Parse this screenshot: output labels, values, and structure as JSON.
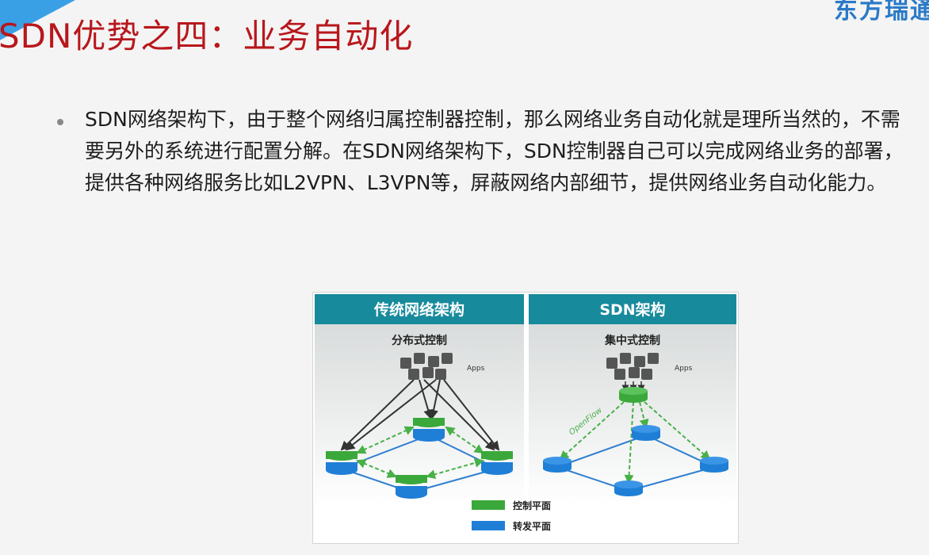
{
  "header": {
    "logo_text": "东方瑞通",
    "title": "SDN优势之四：业务自动化"
  },
  "body": {
    "bullet": "SDN网络架构下，由于整个网络归属控制器控制，那么网络业务自动化就是理所当然的，不需要另外的系统进行配置分解。在SDN网络架构下，SDN控制器自己可以完成网络业务的部署，提供各种网络服务比如L2VPN、L3VPN等，屏蔽网络内部细节，提供网络业务自动化能力。"
  },
  "figure": {
    "left_panel": {
      "header": "传统网络架构",
      "subtitle": "分布式控制",
      "apps_label": "Apps"
    },
    "right_panel": {
      "header": "SDN架构",
      "subtitle": "集中式控制",
      "apps_label": "Apps",
      "protocol_label": "OpenFlow"
    },
    "legend": [
      {
        "label": "控制平面",
        "color": "#3aa83a"
      },
      {
        "label": "转发平面",
        "color": "#1f7fd6"
      }
    ],
    "colors": {
      "header_bg": "#178a9c",
      "header_text": "#ffffff",
      "control_plane": "#3aa83a",
      "forwarding_plane": "#1f7fd6",
      "link": "#2f7fd0",
      "control_link": "#48b048",
      "app_link": "#333333"
    }
  }
}
